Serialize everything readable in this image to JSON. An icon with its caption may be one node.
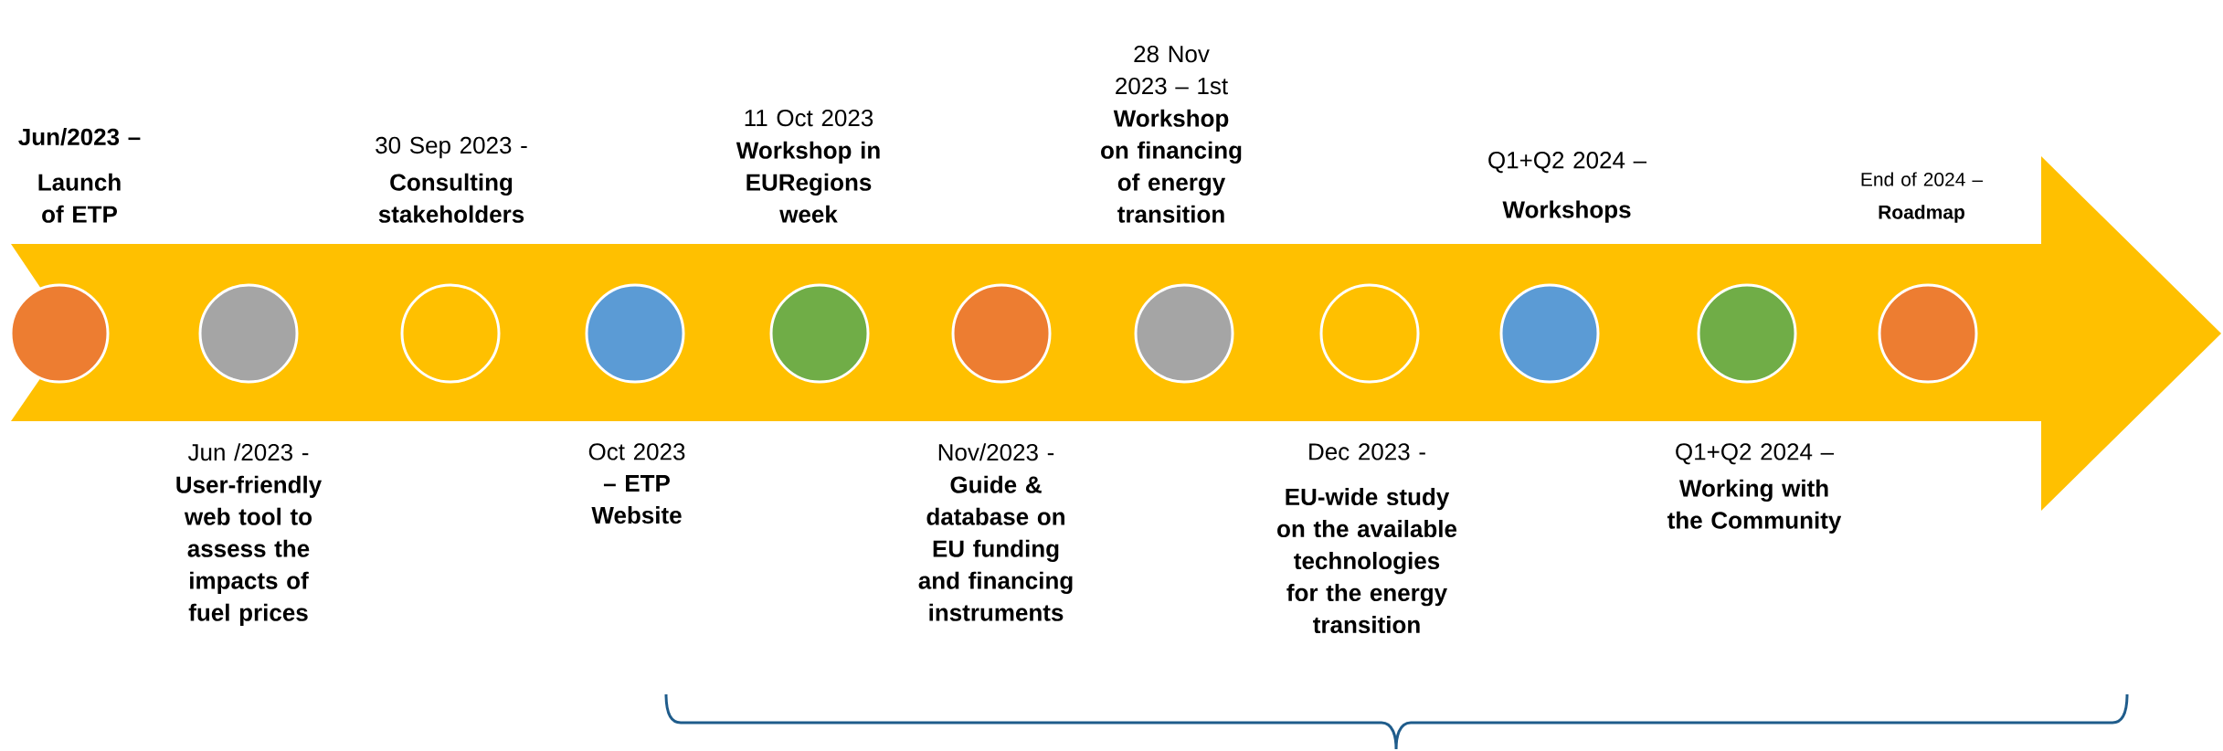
{
  "diagram": {
    "nodes": [
      {
        "text": [],
        "shape": "circle",
        "beside": [
          "Jun/2023 –",
          "Launch of ETP"
        ]
      },
      {
        "text": [],
        "shape": "circle",
        "beside": [
          "Jun /2023 -",
          "User-friendly web tool to assess the impacts of fuel prices"
        ]
      },
      {
        "text": [],
        "shape": "circle",
        "beside": [
          "30 Sep 2023 -",
          "Consulting stakeholders"
        ]
      },
      {
        "text": [],
        "shape": "circle",
        "beside": [
          "Oct 2023",
          "– ETP Website"
        ]
      },
      {
        "text": [],
        "shape": "circle",
        "beside": [
          "11 Oct 2023",
          "Workshop in EURegions week"
        ]
      },
      {
        "text": [],
        "shape": "circle",
        "beside": [
          "Nov/2023 -",
          "Guide & database on EU funding and financing instruments"
        ]
      },
      {
        "text": [],
        "shape": "circle",
        "beside": [
          "28 Nov 2023 – 1st",
          "Workshop on financing of energy transition"
        ]
      },
      {
        "text": [],
        "shape": "circle",
        "beside": [
          "Dec 2023 -",
          "EU-wide study on the available technologies for the energy transition"
        ]
      },
      {
        "text": [],
        "shape": "circle",
        "beside": [
          "Q1+Q2 2024 –",
          "Workshops"
        ]
      },
      {
        "text": [],
        "shape": "circle",
        "beside": [
          "Q1+Q2 2024 –",
          "Working with the Community"
        ]
      },
      {
        "text": [],
        "shape": "circle",
        "beside": [
          "End of 2024 –",
          "Roadmap"
        ]
      }
    ]
  }
}
